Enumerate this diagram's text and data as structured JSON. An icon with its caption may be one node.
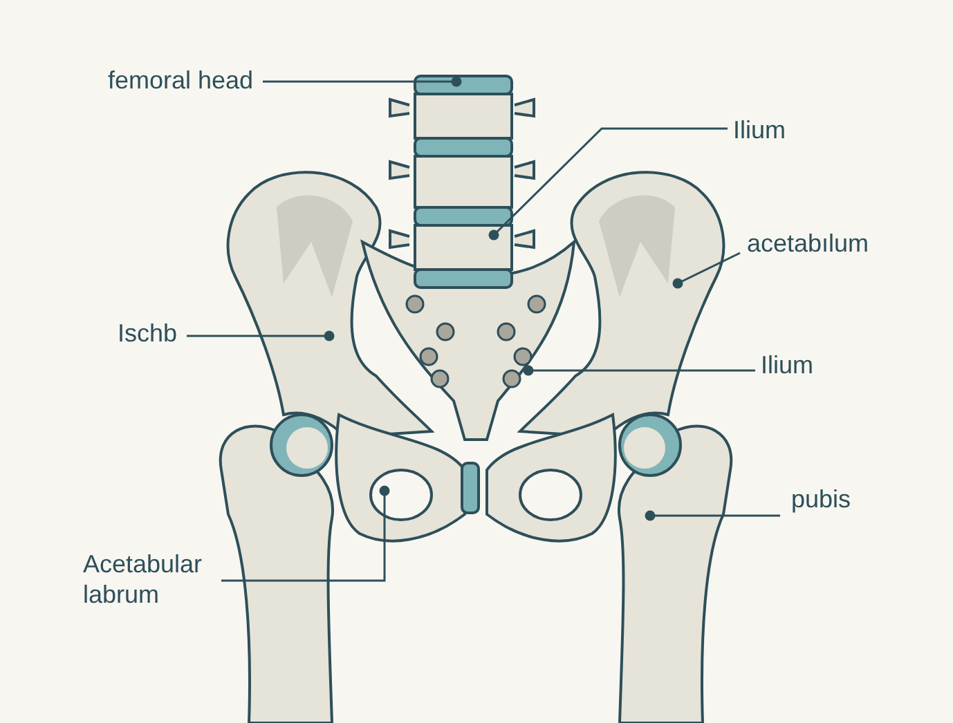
{
  "diagram": {
    "nodes": [
      {
        "text": [
          "femoral head"
        ]
      },
      {
        "text": [
          "Ilium"
        ]
      },
      {
        "text": [
          "acetabılum"
        ]
      },
      {
        "text": [
          "Ischb"
        ]
      },
      {
        "text": [
          "Ilium"
        ]
      },
      {
        "text": [
          "pubis"
        ]
      },
      {
        "text": [
          "Acetabular labrum"
        ]
      }
    ],
    "edges": [
      {
        "from": 0,
        "to": null,
        "arrow": "other"
      },
      {
        "from": 1,
        "to": null,
        "arrow": "other"
      },
      {
        "from": 2,
        "to": null,
        "arrow": "other"
      },
      {
        "from": 3,
        "to": null,
        "arrow": "other"
      },
      {
        "from": 4,
        "to": null,
        "arrow": "other"
      },
      {
        "from": 5,
        "to": null,
        "arrow": "other"
      },
      {
        "from": 6,
        "to": null,
        "arrow": "other"
      }
    ]
  }
}
